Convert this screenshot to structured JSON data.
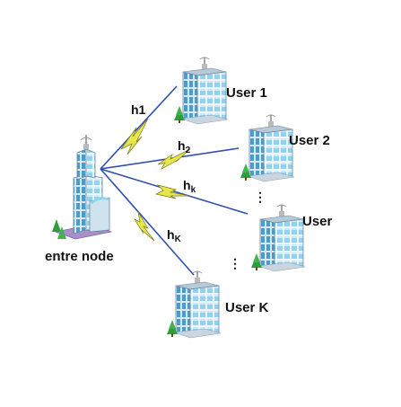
{
  "center": {
    "label": "entre node"
  },
  "users": [
    {
      "id": "user-1",
      "label": "User 1"
    },
    {
      "id": "user-2",
      "label": "User 2"
    },
    {
      "id": "user-k-mid",
      "label": "User"
    },
    {
      "id": "user-k",
      "label": "User K"
    }
  ],
  "channels": [
    {
      "id": "h1",
      "main": "h1",
      "sub": ""
    },
    {
      "id": "h2",
      "main": "h",
      "sub": "2"
    },
    {
      "id": "hk",
      "main": "h",
      "sub": "k"
    },
    {
      "id": "hK",
      "main": "h",
      "sub": "K"
    }
  ],
  "ellipsis_upper": "⋮",
  "ellipsis_lower": "⋮",
  "colors": {
    "link": "#3050b0",
    "lightning": "#e6e64a",
    "lightning_edge": "#7a7a20",
    "glass": "#8fd3f0",
    "glass_dark": "#4a9ccc",
    "frame": "#eef6fb",
    "tree": "#2f9e3a",
    "roof": "#b7c9d8",
    "base_purple": "#a98fc9"
  }
}
